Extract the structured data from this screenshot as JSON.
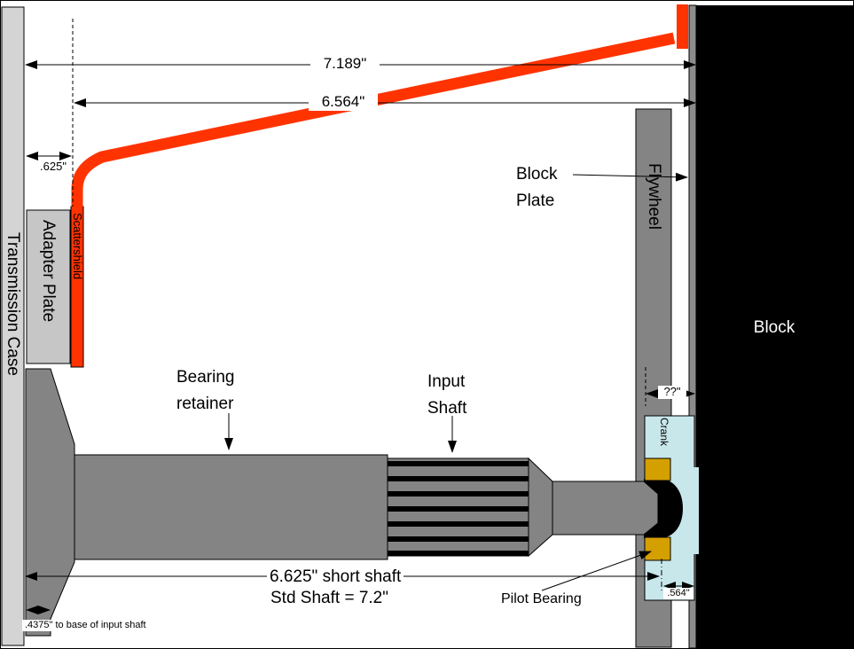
{
  "labels": {
    "transmission_case": "Transmission Case",
    "adapter_plate": "Adapter Plate",
    "scattershield": "Scattershield",
    "flywheel": "Flywheel",
    "crank": "Crank",
    "block": "Block",
    "block_plate": "Block Plate",
    "bearing_retainer": "Bearing retainer",
    "input_shaft": "Input Shaft",
    "pilot_bearing": "Pilot Bearing"
  },
  "dimensions": {
    "total_length": "7.189\"",
    "scattershield_to_block": "6.564\"",
    "adapter_plate_thickness": ".625\"",
    "flywheel_to_block": "??\"",
    "pilot_depth": ".564\"",
    "short_shaft": "6.625\" short shaft",
    "std_shaft": "Std Shaft = 7.2\"",
    "input_shaft_base_note": ".4375\" to base of input shaft"
  },
  "colors": {
    "scattershield_red": "#ff3300",
    "pilot_bearing_gold": "#d4a000",
    "crank_blue": "#c8e7eb",
    "part_gray": "#848484",
    "case_gray": "#d4d4d4",
    "adapter_gray": "#c6c6c6",
    "block_black": "#000000"
  }
}
